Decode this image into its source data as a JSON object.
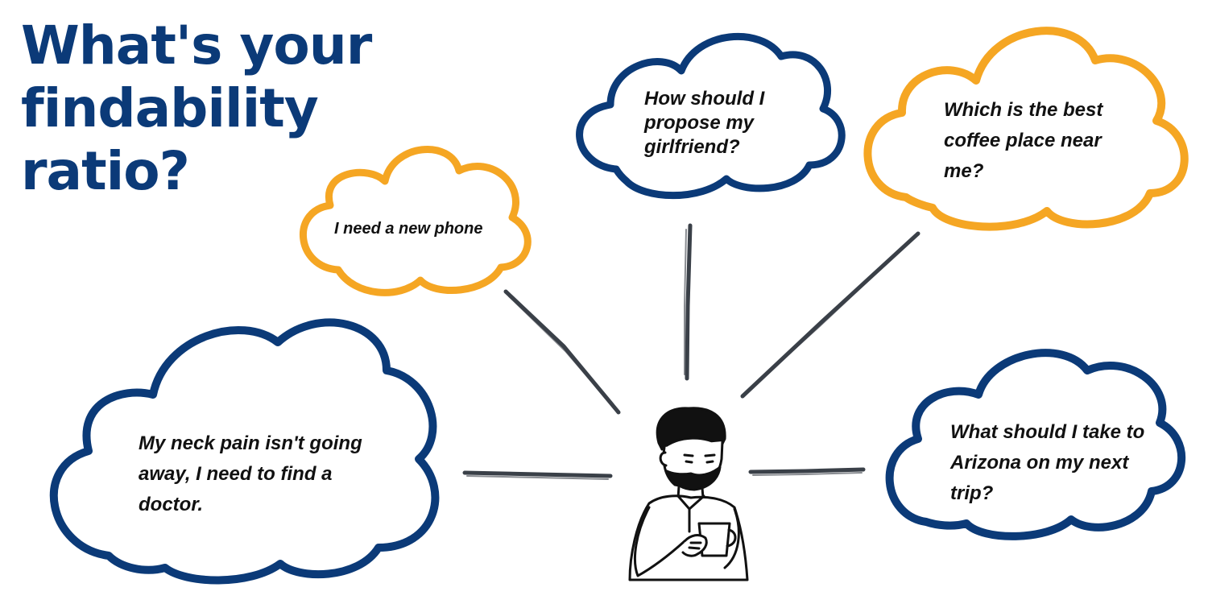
{
  "title_lines": [
    "What's your",
    "findability",
    "ratio?"
  ],
  "colors": {
    "navy": "#0b3a78",
    "orange": "#f5a623",
    "connector": "#3a4048",
    "ink": "#111111"
  },
  "thoughts": [
    {
      "text": "I need a new phone",
      "color": "orange"
    },
    {
      "text": "How should I propose my girlfriend?",
      "color": "navy"
    },
    {
      "text": "Which is the best coffee place near me?",
      "color": "orange"
    },
    {
      "text": "My neck pain isn't going away, I need to find a doctor.",
      "color": "navy"
    },
    {
      "text": "What should I take to Arizona on my next trip?",
      "color": "navy"
    }
  ]
}
